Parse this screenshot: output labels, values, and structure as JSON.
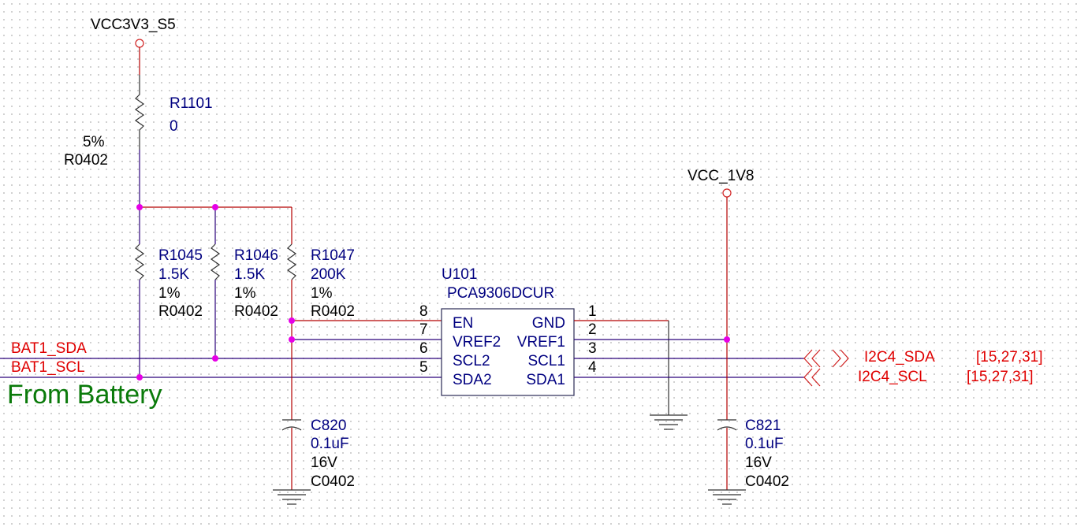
{
  "power": {
    "vcc3v3": "VCC3V3_S5",
    "vcc1v8": "VCC_1V8"
  },
  "r1101": {
    "ref": "R1101",
    "value": "0",
    "tol": "5%",
    "pkg": "R0402"
  },
  "r1045": {
    "ref": "R1045",
    "value": "1.5K",
    "tol": "1%",
    "pkg": "R0402"
  },
  "r1046": {
    "ref": "R1046",
    "value": "1.5K",
    "tol": "1%",
    "pkg": "R0402"
  },
  "r1047": {
    "ref": "R1047",
    "value": "200K",
    "tol": "1%",
    "pkg": "R0402"
  },
  "u101": {
    "ref": "U101",
    "part": "PCA9306DCUR",
    "left_pins": [
      {
        "num": "8",
        "name": "EN"
      },
      {
        "num": "7",
        "name": "VREF2"
      },
      {
        "num": "6",
        "name": "SCL2"
      },
      {
        "num": "5",
        "name": "SDA2"
      }
    ],
    "right_pins": [
      {
        "num": "1",
        "name": "GND"
      },
      {
        "num": "2",
        "name": "VREF1"
      },
      {
        "num": "3",
        "name": "SCL1"
      },
      {
        "num": "4",
        "name": "SDA1"
      }
    ]
  },
  "c820": {
    "ref": "C820",
    "value": "0.1uF",
    "volt": "16V",
    "pkg": "C0402"
  },
  "c821": {
    "ref": "C821",
    "value": "0.1uF",
    "volt": "16V",
    "pkg": "C0402"
  },
  "nets": {
    "bat_sda": "BAT1_SDA",
    "bat_scl": "BAT1_SCL",
    "i2c_sda": "I2C4_SDA",
    "i2c_scl": "I2C4_SCL",
    "sda_pages": "[15,27,31]",
    "scl_pages": "[15,27,31]"
  },
  "note": "From Battery",
  "colors": {
    "wire_red": "#b40000",
    "wire_violet": "#2a007a",
    "junction": "#e600e6",
    "part_text": "#000080",
    "net_text": "#e00000",
    "note_text": "#0a7a0a"
  }
}
